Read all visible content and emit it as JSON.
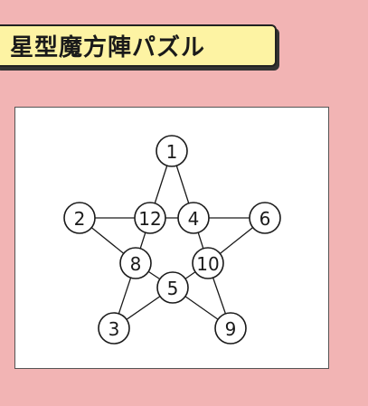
{
  "header": {
    "title": "星型魔方陣パズル"
  },
  "puzzle": {
    "nodes": [
      {
        "id": "top",
        "value": "1"
      },
      {
        "id": "left",
        "value": "2"
      },
      {
        "id": "inner-left",
        "value": "12"
      },
      {
        "id": "inner-right",
        "value": "4"
      },
      {
        "id": "right",
        "value": "6"
      },
      {
        "id": "lower-left-inner",
        "value": "8"
      },
      {
        "id": "lower-right-inner",
        "value": "10"
      },
      {
        "id": "center-bottom",
        "value": "5"
      },
      {
        "id": "bottom-left",
        "value": "3"
      },
      {
        "id": "bottom-right",
        "value": "9"
      }
    ]
  },
  "colors": {
    "background": "#f2b4b4",
    "banner": "#fdf3a3",
    "panel": "#ffffff",
    "ink": "#1a1a1a"
  }
}
